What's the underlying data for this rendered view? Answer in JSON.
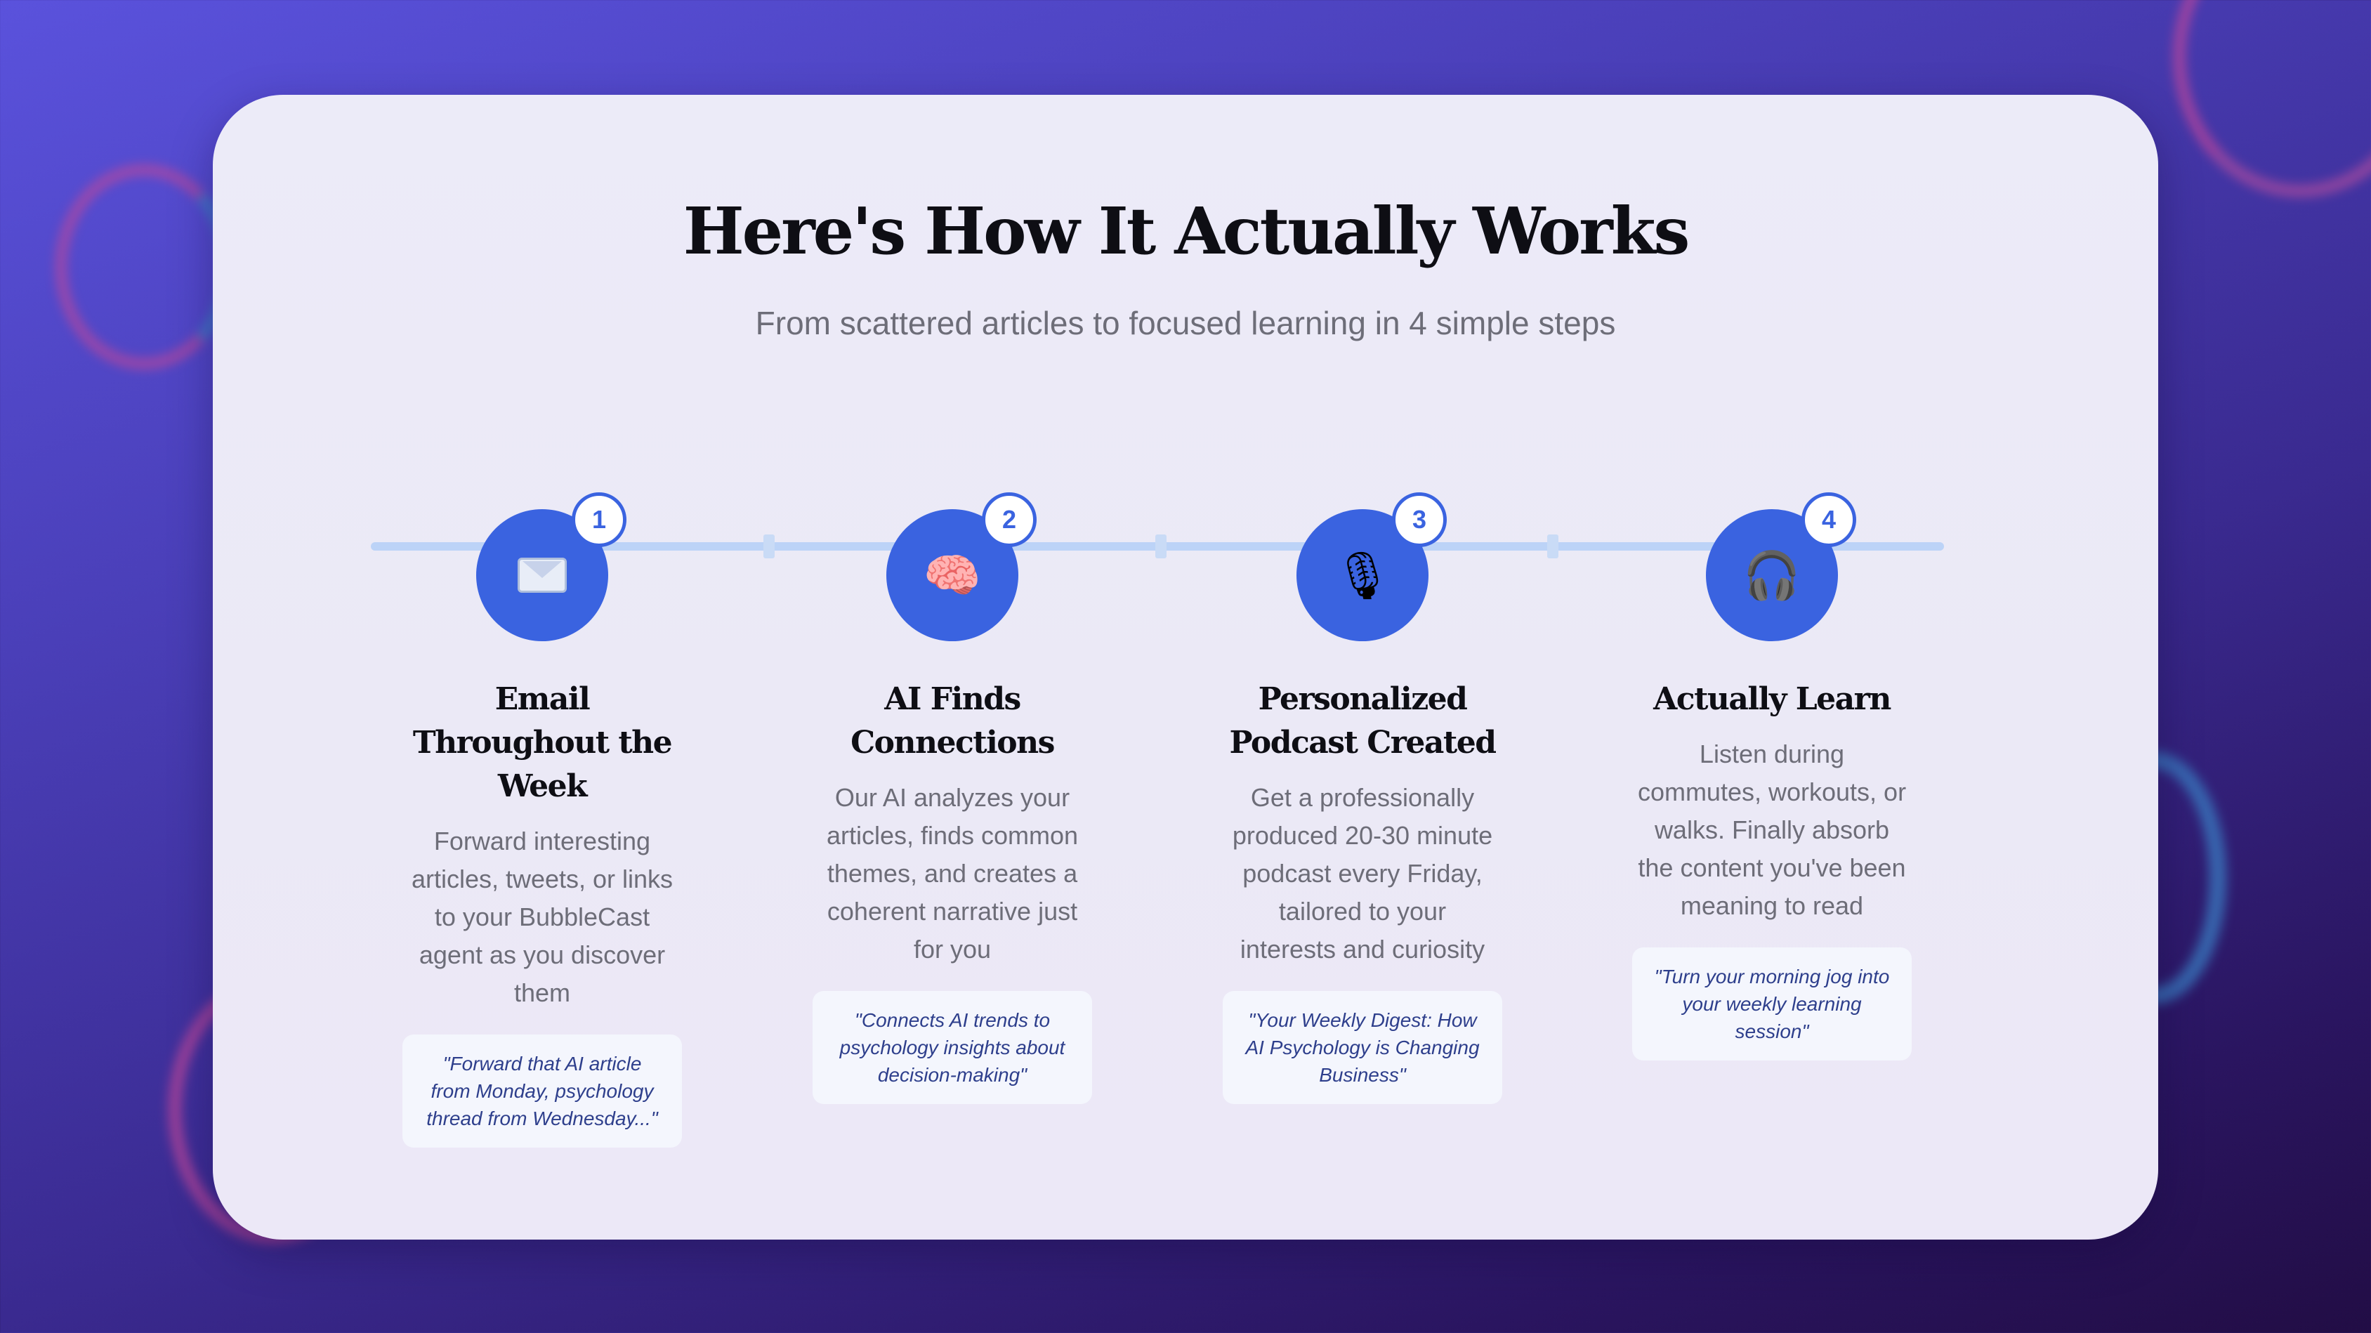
{
  "page": {
    "title": "Here's How It Actually Works",
    "subtitle": "From scattered articles to focused learning in 4 simple steps"
  },
  "steps": [
    {
      "number": "1",
      "icon": "envelope-icon",
      "icon_glyph": "",
      "title": "Email Throughout the Week",
      "description": "Forward interesting articles, tweets, or links to your BubbleCast agent as you discover them",
      "quote": "\"Forward that AI article from Monday, psychology thread from Wednesday...\""
    },
    {
      "number": "2",
      "icon": "brain-icon",
      "icon_glyph": "🧠",
      "title": "AI Finds Connections",
      "description": "Our AI analyzes your articles, finds common themes, and creates a coherent narrative just for you",
      "quote": "\"Connects AI trends to psychology insights about decision-making\""
    },
    {
      "number": "3",
      "icon": "microphone-icon",
      "icon_glyph": "🎙",
      "title": "Personalized Podcast Created",
      "description": "Get a professionally produced 20-30 minute podcast every Friday, tailored to your interests and curiosity",
      "quote": "\"Your Weekly Digest: How AI Psychology is Changing Business\""
    },
    {
      "number": "4",
      "icon": "headphones-icon",
      "icon_glyph": "🎧",
      "title": "Actually Learn",
      "description": "Listen during commutes, workouts, or walks. Finally absorb the content you've been meaning to read",
      "quote": "\"Turn your morning jog into your weekly learning session\""
    }
  ],
  "colors": {
    "accent": "#3a63e0",
    "track": "#bcd3f7",
    "quote_text": "#2e3f8c"
  }
}
